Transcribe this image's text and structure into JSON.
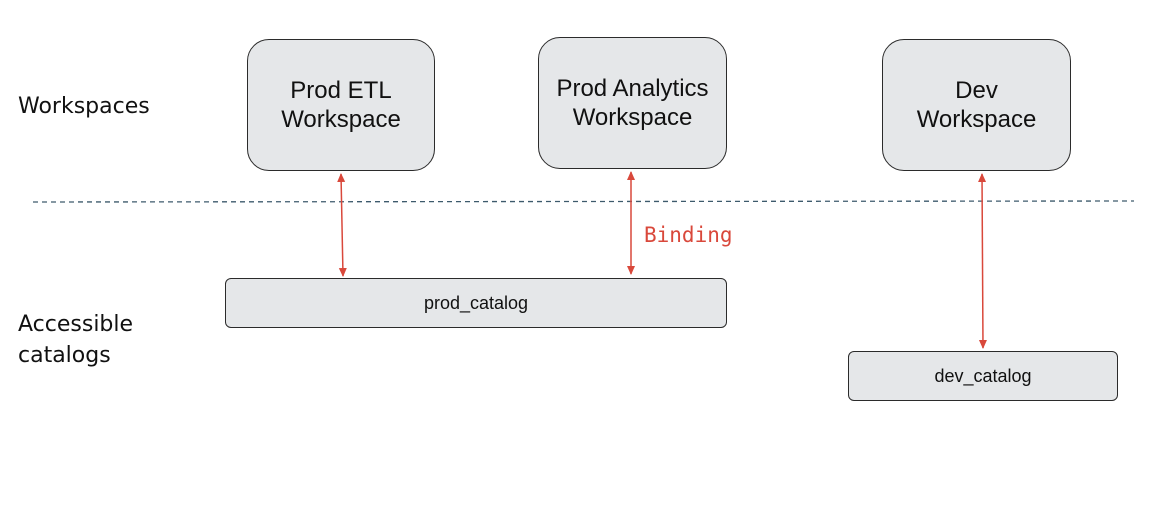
{
  "row_labels": {
    "workspaces": "Workspaces",
    "catalogs": "Accessible catalogs"
  },
  "workspaces": {
    "etl": "Prod ETL Workspace",
    "analytics": "Prod Analytics Workspace",
    "dev": "Dev Workspace"
  },
  "catalogs": {
    "prod": "prod_catalog",
    "dev": "dev_catalog"
  },
  "binding_label": "Binding",
  "colors": {
    "arrow": "#d9483b",
    "separator": "#3d5a6c",
    "box_fill": "#e5e7e9"
  }
}
